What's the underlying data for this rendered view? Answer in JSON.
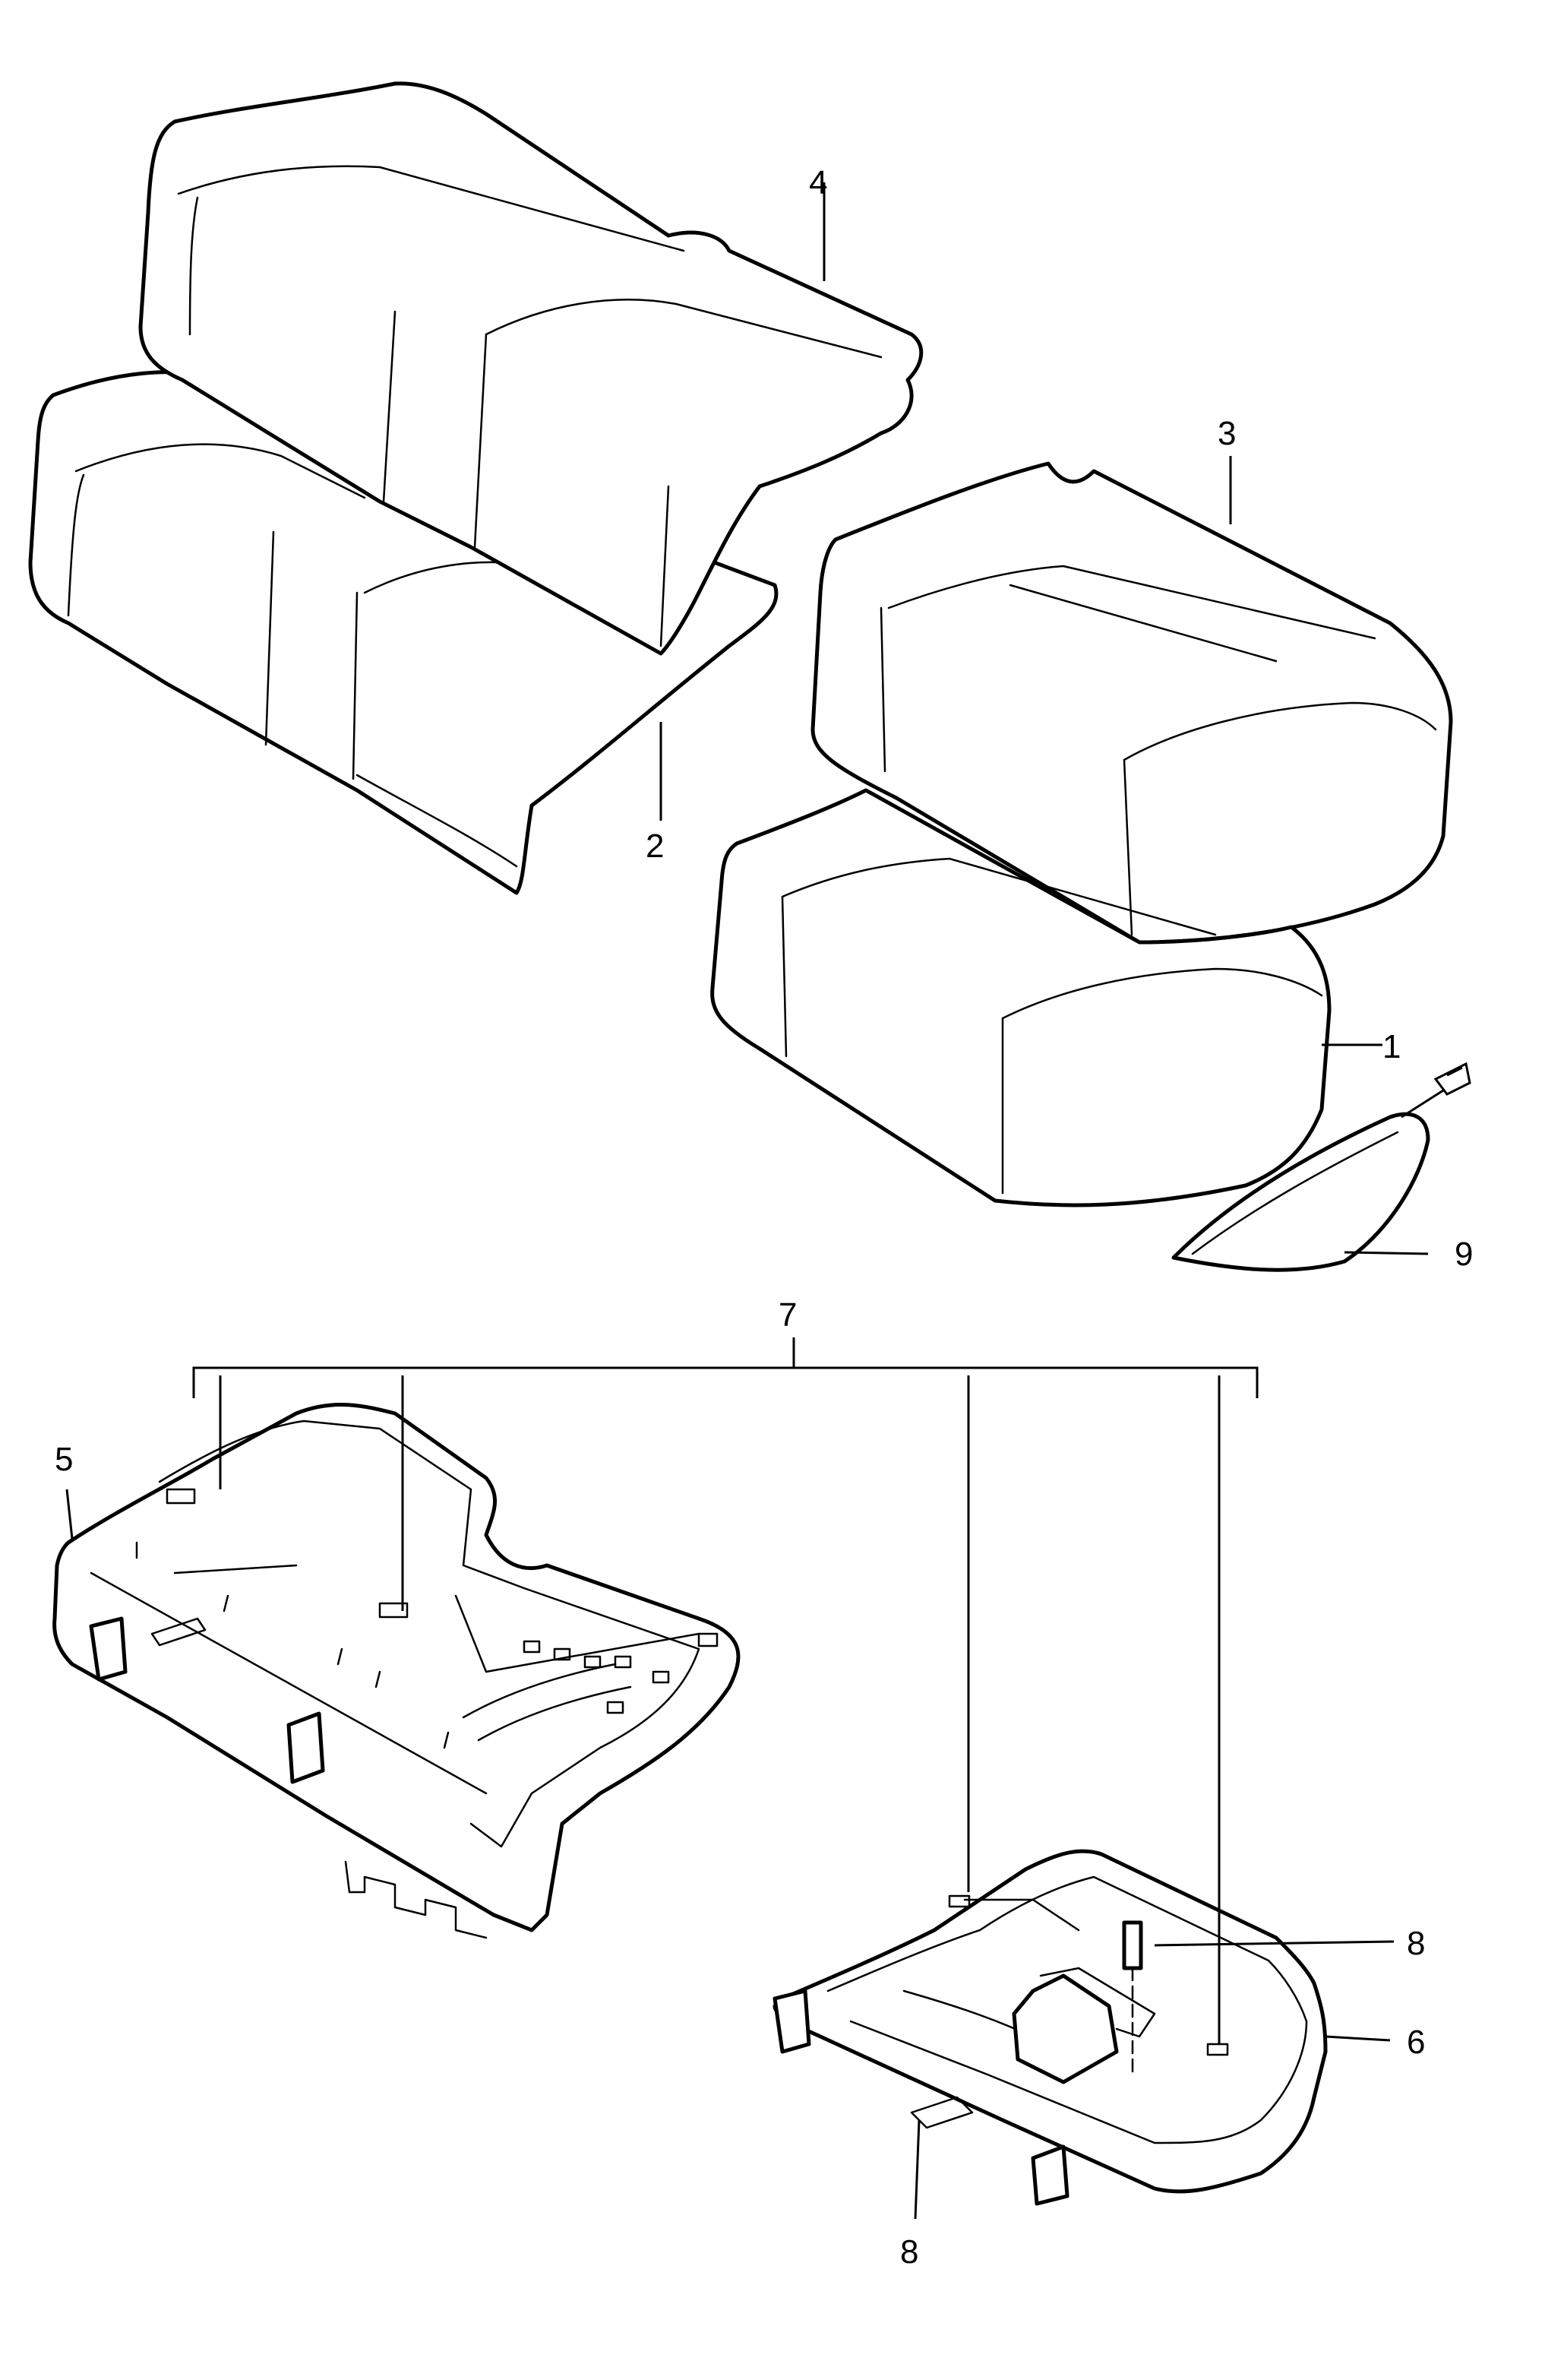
{
  "callouts": {
    "c1": "1",
    "c2": "2",
    "c3": "3",
    "c4": "4",
    "c5": "5",
    "c6": "6",
    "c7": "7",
    "c8a": "8",
    "c8b": "8",
    "c9": "9"
  },
  "colors": {
    "line": "#000000",
    "background": "#ffffff"
  }
}
